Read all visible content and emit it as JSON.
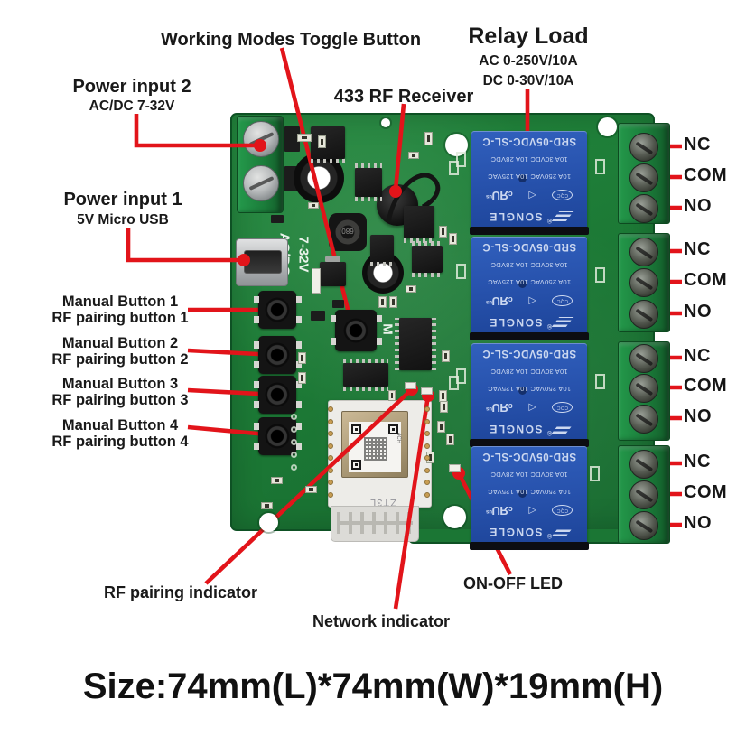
{
  "colors": {
    "pcb_green": "#1e7c38",
    "relay_blue": "#2a55b0",
    "annotation_red": "#e2141a",
    "terminal_green": "#1f8f42"
  },
  "annotations": {
    "working_modes": "Working Modes Toggle Button",
    "rf_receiver": "433 RF Receiver",
    "relay_load": {
      "title": "Relay Load",
      "line1": "AC 0-250V/10A",
      "line2": "DC 0-30V/10A"
    },
    "power_input_2": {
      "title": "Power input 2",
      "subtitle": "AC/DC 7-32V"
    },
    "power_input_1": {
      "title": "Power input 1",
      "subtitle": "5V Micro USB"
    },
    "manual_buttons": [
      {
        "line1": "Manual Button 1",
        "line2": "RF pairing button 1"
      },
      {
        "line1": "Manual Button 2",
        "line2": "RF pairing button 2"
      },
      {
        "line1": "Manual Button 3",
        "line2": "RF pairing button 3"
      },
      {
        "line1": "Manual Button 4",
        "line2": "RF pairing button 4"
      }
    ],
    "rf_pairing_indicator": "RF pairing indicator",
    "network_indicator": "Network indicator",
    "on_off_led": "ON-OFF LED",
    "size_text": "Size:74mm(L)*74mm(W)*19mm(H)"
  },
  "terminals": {
    "labels": [
      "NC",
      "COM",
      "NO"
    ]
  },
  "relay": {
    "model": "SRD-05VDC-SL-C",
    "rating_ac": "10A 250VAC 10A 125VAC",
    "rating_dc": "10A 30VDC 10A 28VDC",
    "brand": "SONGLE",
    "reg": "®",
    "cert_cqc": "CQC",
    "cert_triangle": "◁",
    "ul_c": "c",
    "ul_mark": "ЯU",
    "ul_us": "us"
  },
  "board": {
    "silkscreen_ac": "AC/DC",
    "silkscreen_v": "7-32V",
    "mode_label": "M",
    "module_print": "ZT3L",
    "module_sticker": "4CH",
    "inductor_value": "680"
  }
}
